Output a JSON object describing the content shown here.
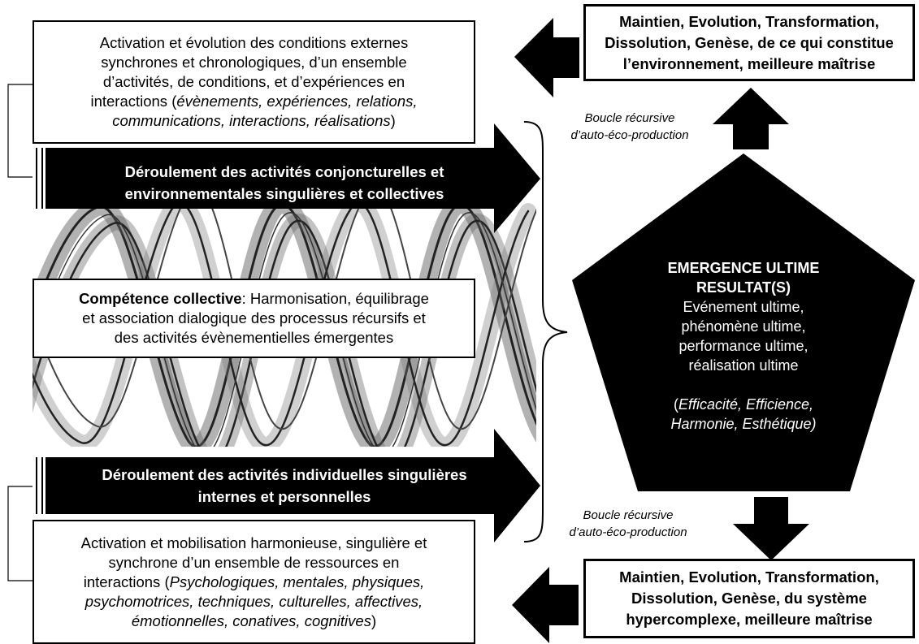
{
  "top_left_box": {
    "line1": "Activation et évolution des conditions externes",
    "line2": "synchrones et chronologiques, d’un ensemble",
    "line3": "d’activités, de conditions, et d’expériences en",
    "line4_prefix": "interactions (",
    "line4_italic": "évènements, expériences, relations,",
    "line5_italic": "communications, interactions, réalisations",
    "line5_suffix": ")"
  },
  "arrow_top": {
    "line1": "Déroulement des activités conjoncturelles et",
    "line2": "environnementales singulières et collectives"
  },
  "middle_box": {
    "bold": "Compétence collective",
    "rest1": ": Harmonisation, équilibrage",
    "line2": "et association dialogique des processus récursifs et",
    "line3": "des activités évènementielles émergentes"
  },
  "arrow_bottom": {
    "line1": "Déroulement  des activités individuelles singulières",
    "line2": "internes et personnelles"
  },
  "bottom_left_box": {
    "line1": "Activation et mobilisation harmonieuse, singulière et",
    "line2": "synchrone d’un ensemble de ressources en",
    "line3_prefix": "interactions (",
    "line3_italic": "Psychologiques, mentales, physiques,",
    "line4_italic": "psychomotrices, techniques, culturelles, affectives,",
    "line5_italic": "émotionnelles, conatives, cognitives",
    "line5_suffix": ")"
  },
  "top_right_box": {
    "line1": "Maintien, Evolution, Transformation,",
    "line2": "Dissolution, Genèse, de ce qui constitue",
    "line3": "l’environnement, meilleure maîtrise"
  },
  "bottom_right_box": {
    "line1": "Maintien, Evolution, Transformation,",
    "line2": "Dissolution, Genèse, du système",
    "line3": "hypercomplexe, meilleure maîtrise"
  },
  "loop_top": {
    "line1": "Boucle récursive",
    "line2": "d’auto-éco-production"
  },
  "loop_bottom": {
    "line1": "Boucle récursive",
    "line2": "d’auto-éco-production"
  },
  "pentagon": {
    "title1": "EMERGENCE ULTIME",
    "title2": "RESULTAT(S)",
    "line1": "Evénement ultime,",
    "line2": "phénomène ultime,",
    "line3": "performance ultime,",
    "line4": "réalisation ultime",
    "paren_open": "(",
    "ital1": "Efficacité, Efficience,",
    "ital2": "Harmonie, Esthétique)"
  },
  "colors": {
    "fill": "#000000",
    "background": "#ffffff",
    "text_on_dark": "#ffffff"
  }
}
